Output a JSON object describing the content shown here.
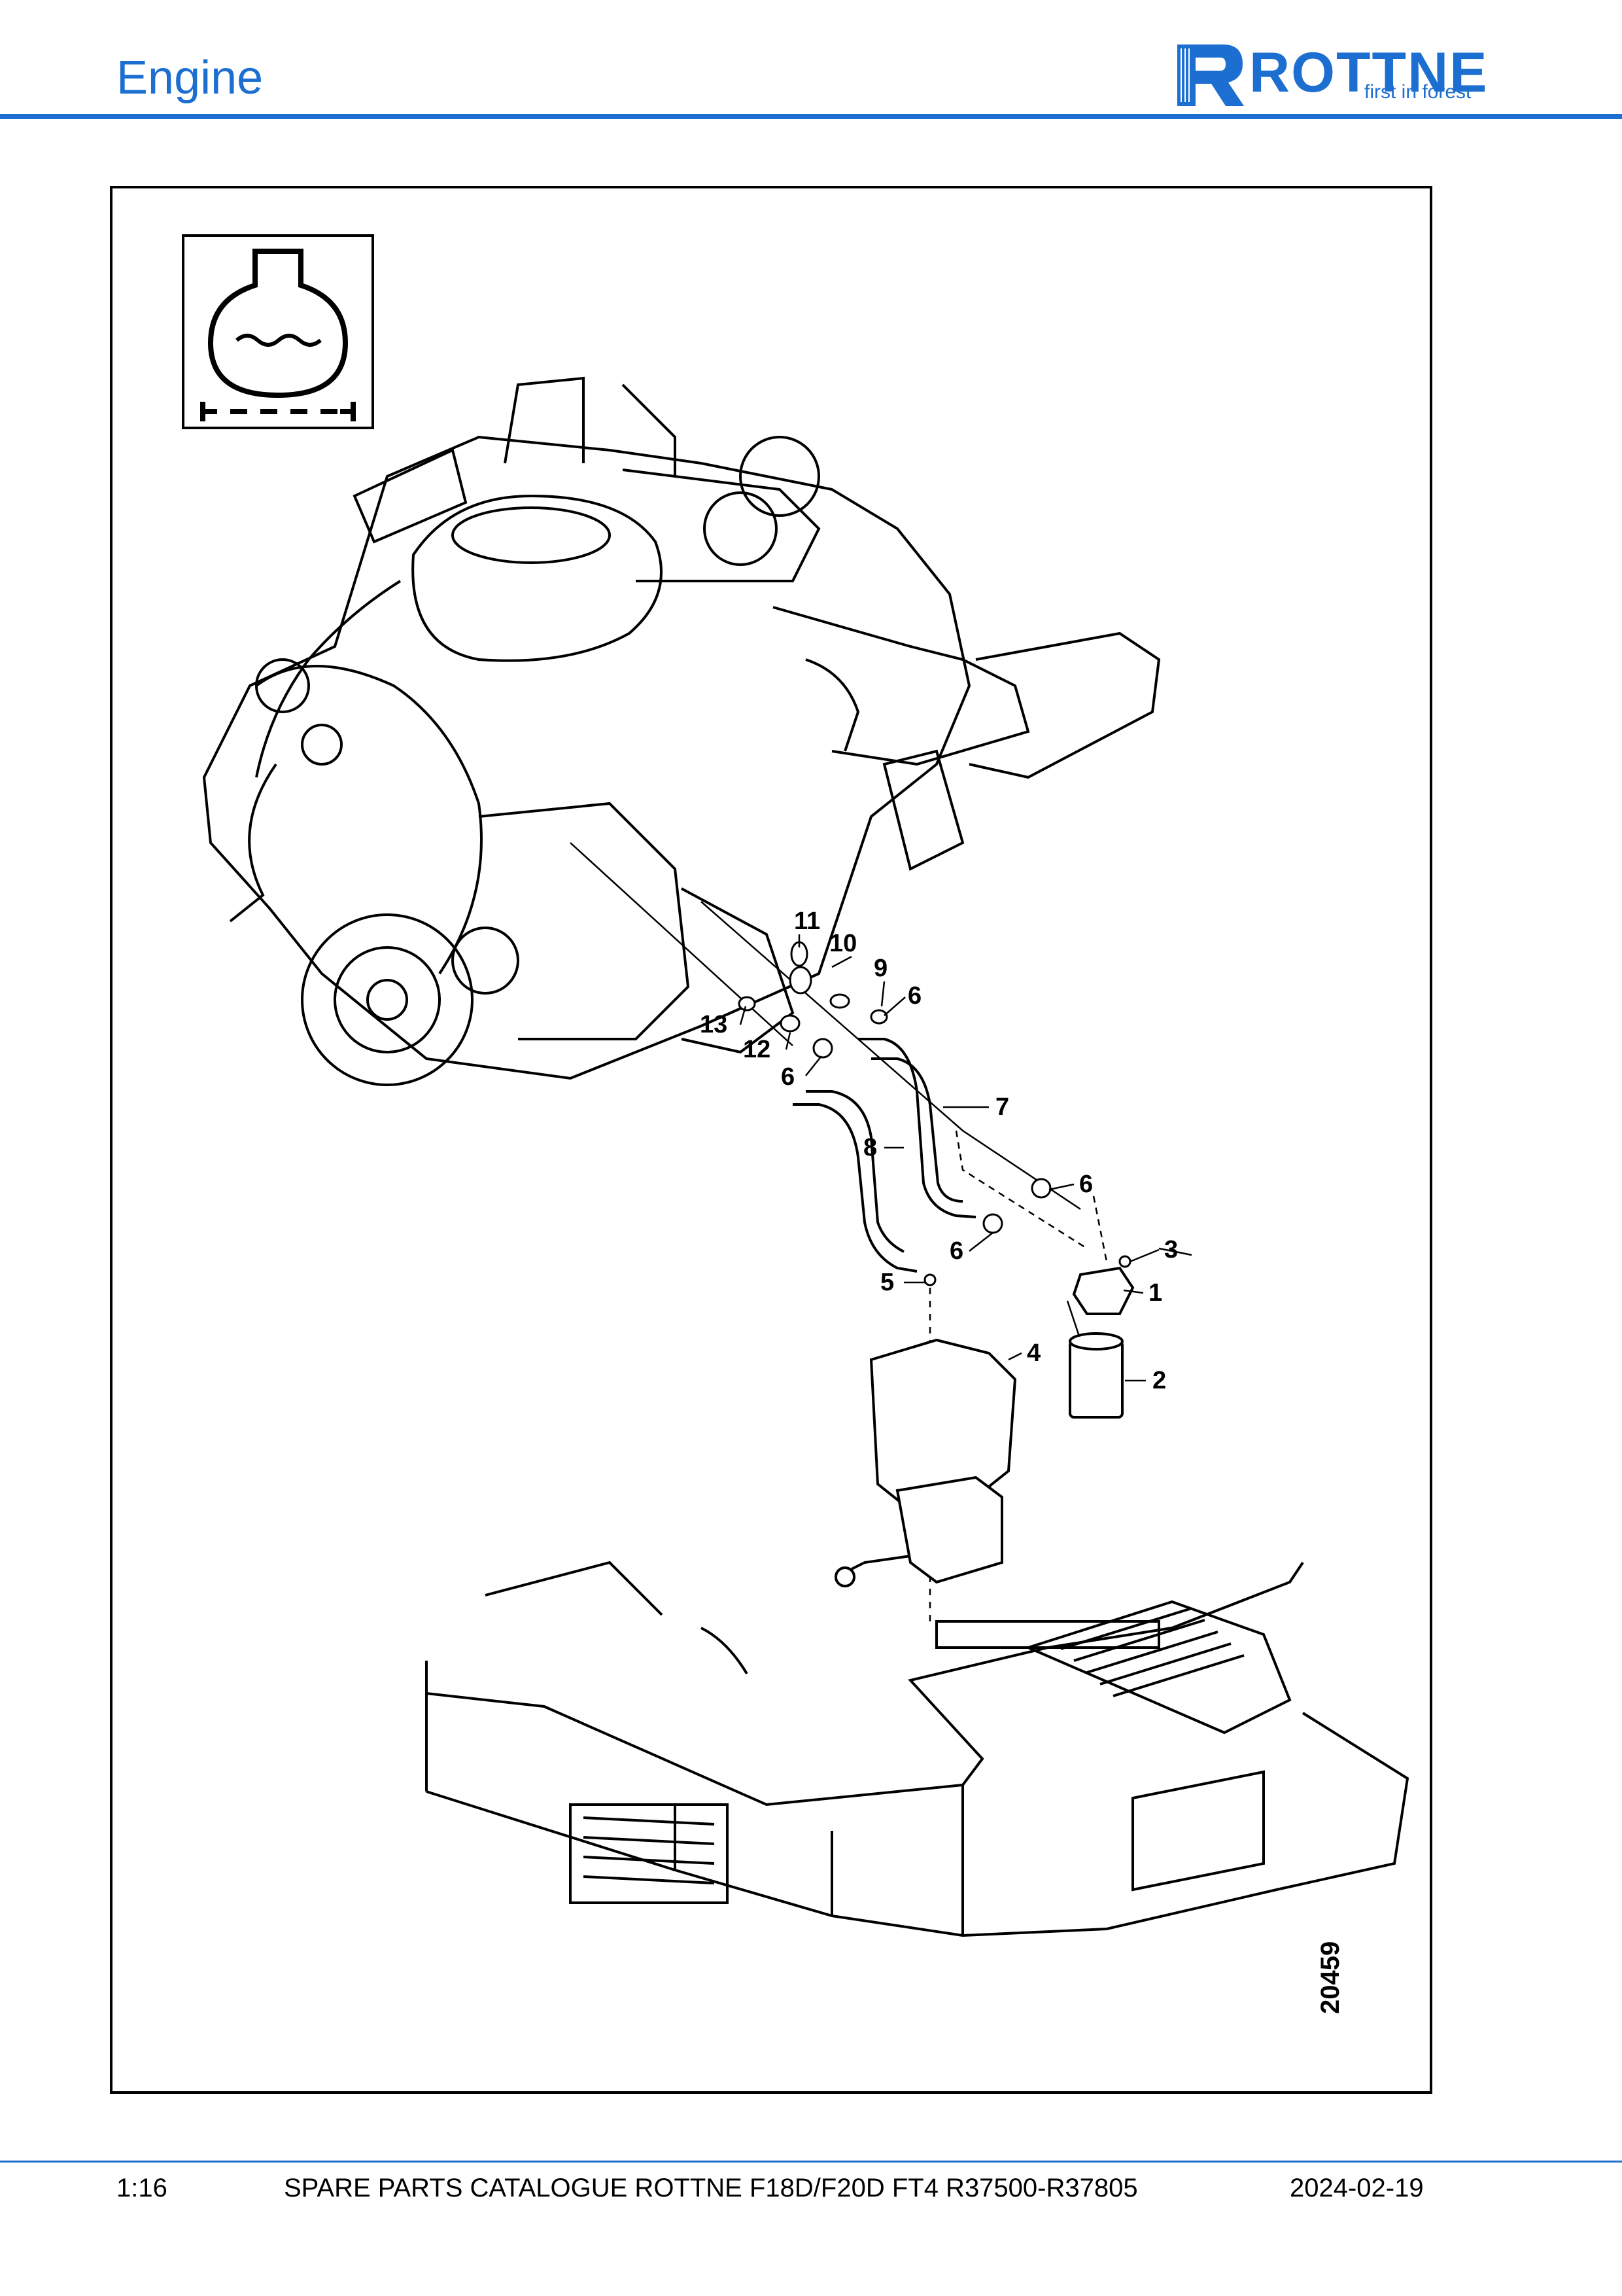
{
  "header": {
    "title": "Engine",
    "brand": "ROTTNE",
    "tagline": "first in forest"
  },
  "figure": {
    "number": "20459",
    "callouts": [
      {
        "id": "1",
        "label": "1"
      },
      {
        "id": "2",
        "label": "2"
      },
      {
        "id": "3",
        "label": "3"
      },
      {
        "id": "4",
        "label": "4"
      },
      {
        "id": "5",
        "label": "5"
      },
      {
        "id": "6a",
        "label": "6"
      },
      {
        "id": "6b",
        "label": "6"
      },
      {
        "id": "6c",
        "label": "6"
      },
      {
        "id": "6d",
        "label": "6"
      },
      {
        "id": "7",
        "label": "7"
      },
      {
        "id": "8",
        "label": "8"
      },
      {
        "id": "9",
        "label": "9"
      },
      {
        "id": "10",
        "label": "10"
      },
      {
        "id": "11",
        "label": "11"
      },
      {
        "id": "12",
        "label": "12"
      },
      {
        "id": "13",
        "label": "13"
      }
    ]
  },
  "footer": {
    "page": "1:16",
    "catalogue": "SPARE PARTS CATALOGUE ROTTNE F18D/F20D FT4 R37500-R37805",
    "date": "2024-02-19"
  },
  "colors": {
    "brand_blue": "#1c6fd0"
  }
}
